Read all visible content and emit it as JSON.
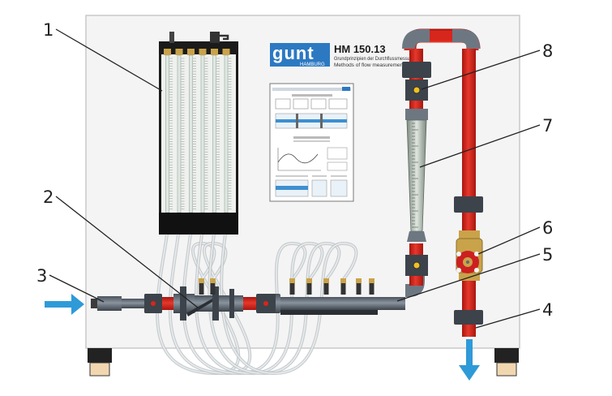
{
  "product": {
    "logo_text": "gunt",
    "logo_sub": "HAMBURG",
    "model": "HM 150.13",
    "subtitle_de": "Grundprinzipien der Durchflussmessung",
    "subtitle_en": "Methods of flow measurement"
  },
  "callouts": [
    {
      "number": "1"
    },
    {
      "number": "2"
    },
    {
      "number": "3"
    },
    {
      "number": "4"
    },
    {
      "number": "5"
    },
    {
      "number": "6"
    },
    {
      "number": "7"
    },
    {
      "number": "8"
    }
  ],
  "colors": {
    "panel": "#f4f4f4",
    "panel_edge": "#c9c9c9",
    "pipe_red": "#d7261c",
    "pipe_grey": "#6d7782",
    "flow_arrow": "#2f9ad8",
    "foot": "#222222",
    "valve_red": "#cc2020",
    "brass": "#c9a34a"
  },
  "icons": {
    "inlet_arrow": "arrow-right-icon",
    "outlet_arrow": "arrow-down-icon"
  }
}
